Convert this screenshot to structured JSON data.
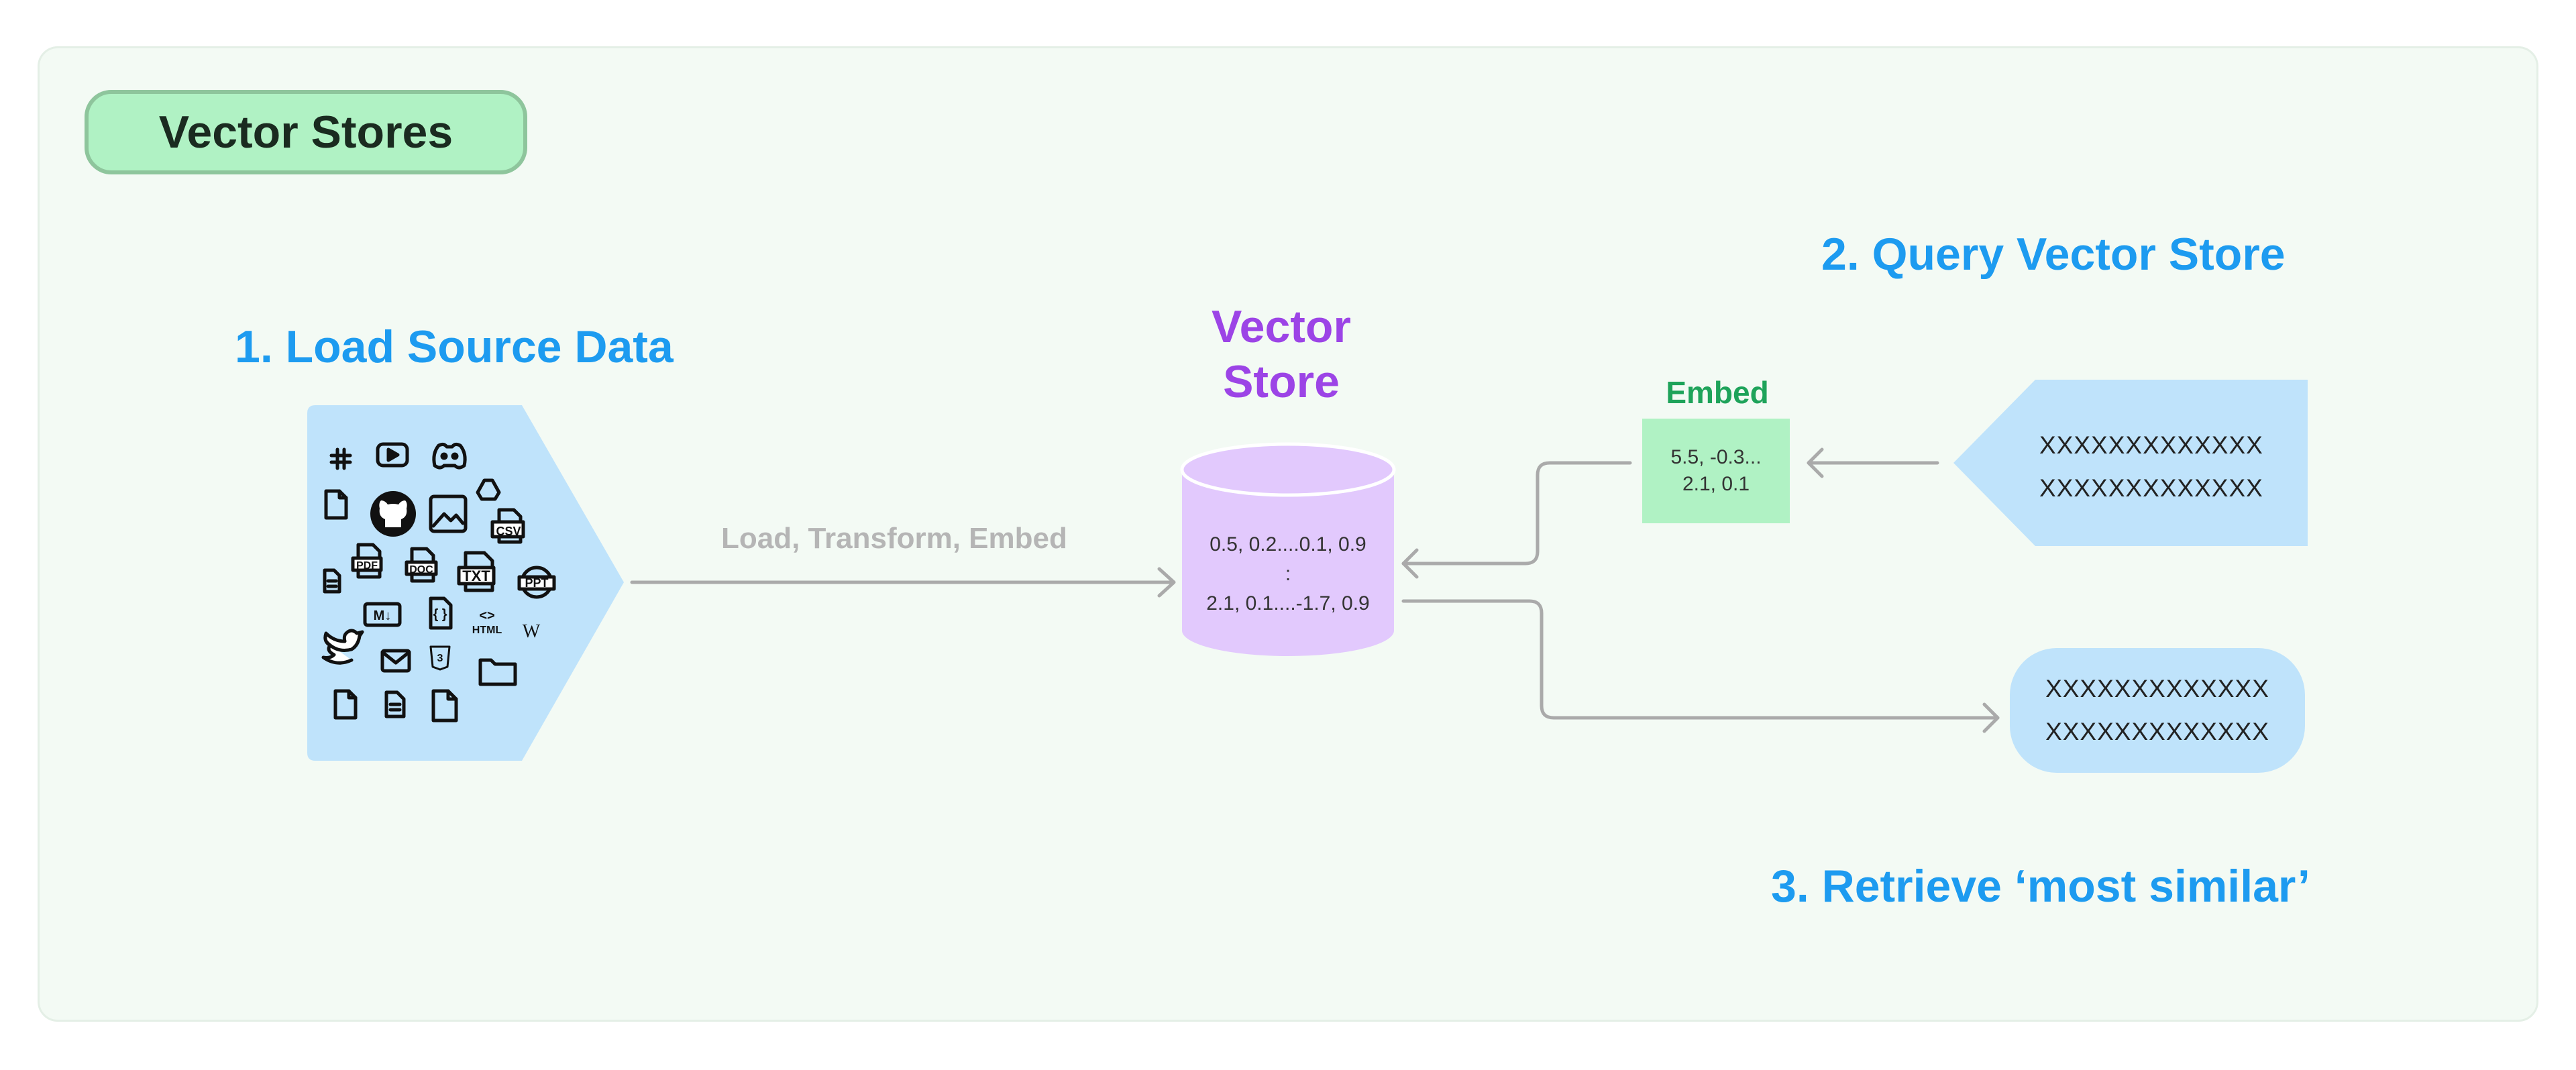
{
  "title": "Vector Stores",
  "step1": "1. Load Source Data",
  "step2": "2. Query Vector Store",
  "step3": "3. Retrieve ‘most similar’",
  "vector_store": {
    "line1": "Vector",
    "line2": "Store"
  },
  "edge_label": "Load, Transform, Embed",
  "embed": {
    "label": "Embed",
    "line1": "5.5, -0.3...",
    "line2": "2.1, 0.1"
  },
  "db": {
    "line1": "0.5, 0.2....0.1, 0.9",
    "line2": ":",
    "line3": "2.1, 0.1....-1.7, 0.9"
  },
  "query": {
    "line1": "XXXXXXXXXXXXX",
    "line2": "XXXXXXXXXXXXX"
  },
  "result": {
    "line1": "XXXXXXXXXXXXX",
    "line2": "XXXXXXXXXXXXX"
  },
  "icons": {
    "txt": "TXT",
    "pdf": "PDF",
    "doc": "DOC",
    "csv": "CSV",
    "ppt": "PPT",
    "html": "HTML",
    "md": "M↓",
    "wiki": "W",
    "json": "{ }",
    "css": "3"
  },
  "colors": {
    "panel": "#f3faf4",
    "heading_blue": "#1d9bf0",
    "store_purple": "#9c44e6",
    "db_fill": "#e2c9fd",
    "embed_green": "#b0f2c4",
    "source_blue": "#bfe3fb",
    "arrow_gray": "#aaaaaa"
  }
}
